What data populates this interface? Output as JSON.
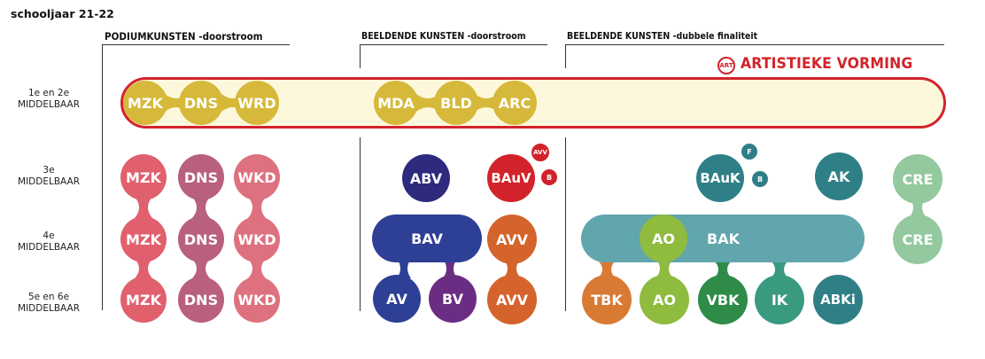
{
  "header": {
    "title": "schooljaar 21-22"
  },
  "sections": {
    "podium": "PODIUMKUNSTEN  -doorstroom",
    "beeldend_doorstroom": "BEELDENDE KUNSTEN -doorstroom",
    "beeldend_dubbele": "BEELDENDE KUNSTEN -dubbele finaliteit"
  },
  "rows": {
    "r1": [
      "1e en 2e",
      "MIDDELBAAR"
    ],
    "r3": [
      "3e",
      "MIDDELBAAR"
    ],
    "r4": [
      "4e",
      "MIDDELBAAR"
    ],
    "r56": [
      "5e en 6e",
      "MIDDELBAAR"
    ]
  },
  "artistieke": {
    "badge": "ART",
    "title": "ARTISTIEKE VORMING"
  },
  "nodes": {
    "y12": {
      "mzk": "MZK",
      "dns": "DNS",
      "wrd": "WRD",
      "mda": "MDA",
      "bld": "BLD",
      "arc": "ARC"
    },
    "y3": {
      "mzk": "MZK",
      "dns": "DNS",
      "wkd": "WKD",
      "abv": "ABV",
      "bauv": "BAuV",
      "bauv_avv": "AVV",
      "bauv_b": "B",
      "bauk": "BAuK",
      "bauk_f": "F",
      "bauk_b": "B",
      "ak": "AK",
      "cre": "CRE"
    },
    "y4": {
      "mzk": "MZK",
      "dns": "DNS",
      "wkd": "WKD",
      "bav": "BAV",
      "avv": "AVV",
      "ao": "AO",
      "bak": "BAK",
      "cre": "CRE"
    },
    "y56": {
      "mzk": "MZK",
      "dns": "DNS",
      "wkd": "WKD",
      "av": "AV",
      "bv": "BV",
      "avv": "AVV",
      "tbk": "TBK",
      "ao": "AO",
      "vbk": "VBK",
      "ik": "IK",
      "abki": "ABKi"
    }
  },
  "colors": {
    "red": "#d2232a",
    "yellow": "#d6b93a",
    "pink": "#e0606e",
    "mauve": "#b8607e",
    "rose": "#de717f",
    "navy": "#2e2a7e",
    "blue": "#2e3f96",
    "purple": "#6b2d83",
    "orange": "#d4642c",
    "teal": "#2f7f87",
    "tealLight": "#61a6ad",
    "green": "#8fbb3f",
    "darkGreen": "#2e8b48",
    "seaGreen": "#3a9a80",
    "cre": "#94c99f"
  }
}
